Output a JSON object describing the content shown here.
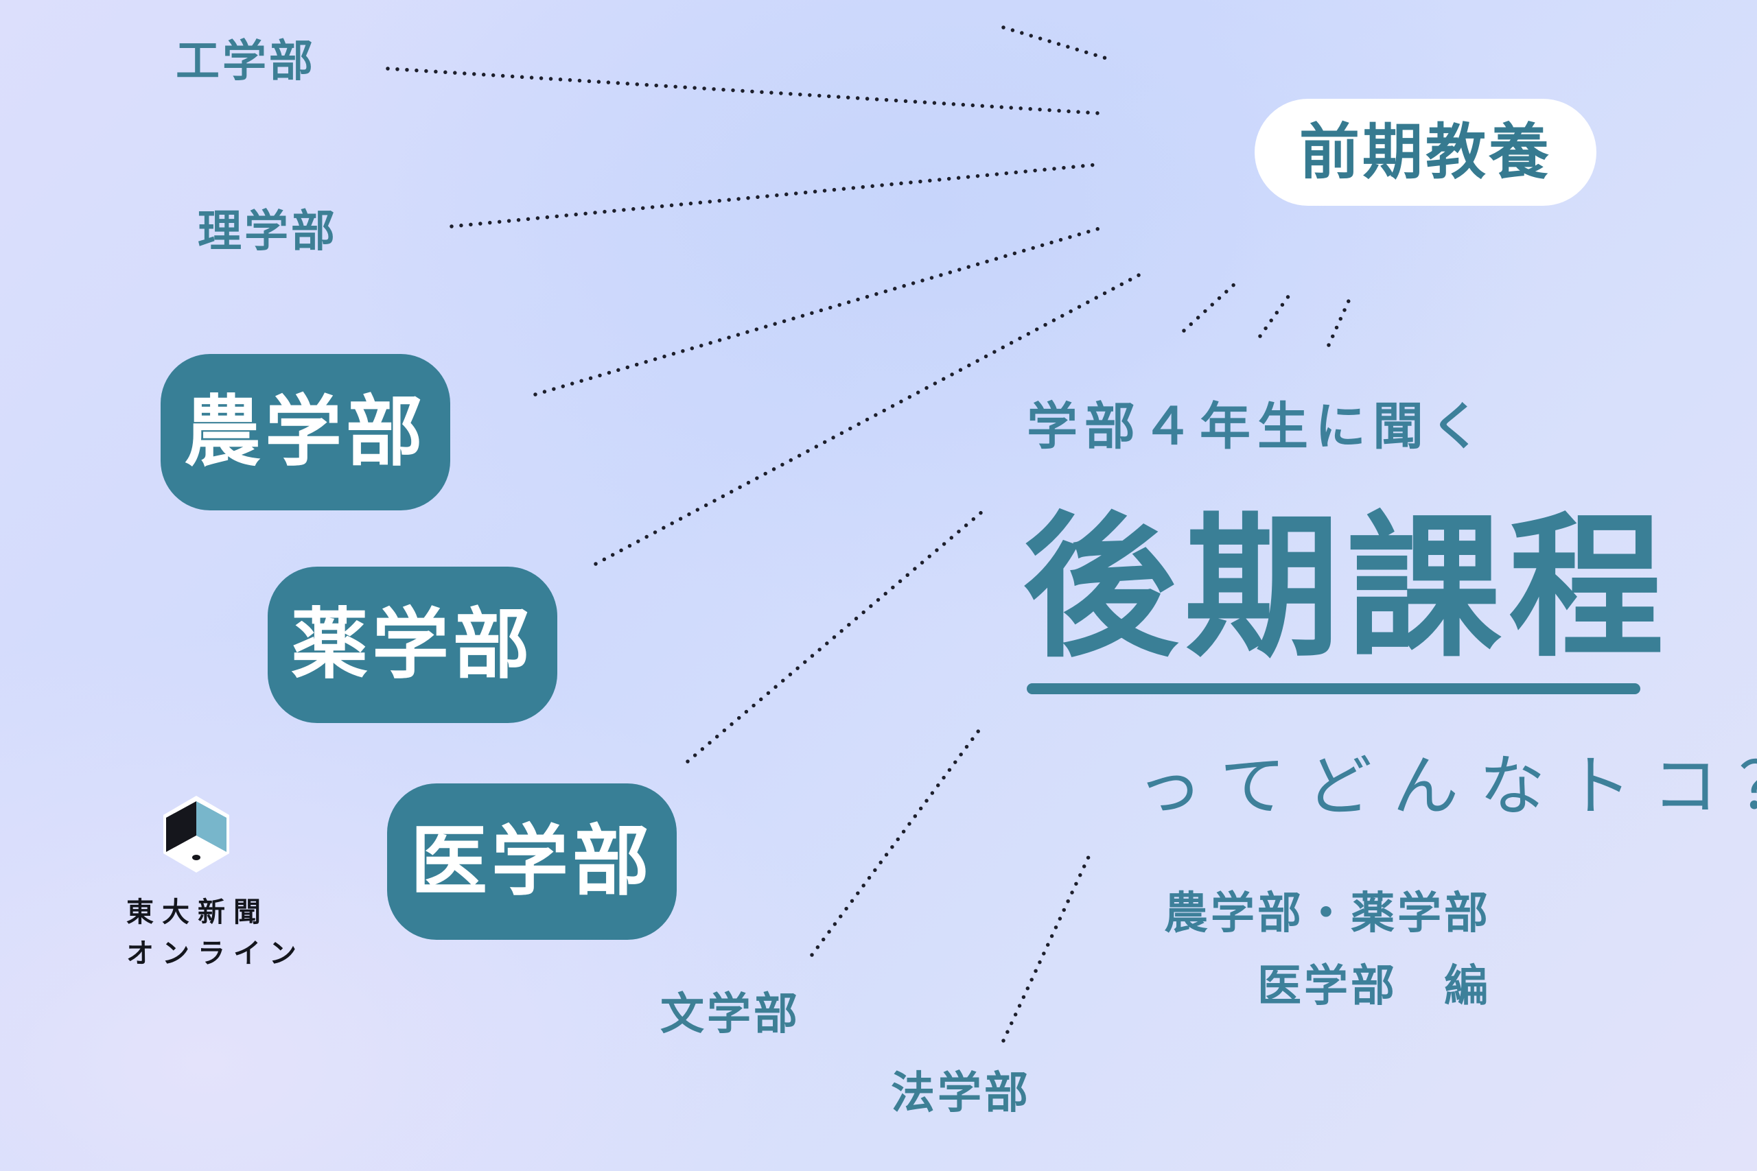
{
  "departments_small": {
    "engineering": "工学部",
    "science": "理学部",
    "letters": "文学部",
    "law": "法学部"
  },
  "departments_featured": {
    "agriculture": "農学部",
    "pharmacy": "薬学部",
    "medicine": "医学部"
  },
  "early_stage_label": "前期教養",
  "subtitle": "学部４年生に聞く",
  "main_title": "後期課程",
  "question": "ってどんなトコ？",
  "edition": {
    "line1": "農学部・薬学部",
    "line2": "医学部　編"
  },
  "logo": {
    "line1": "東大新聞",
    "line2": "オンライン"
  },
  "colors": {
    "accent": "#387f96",
    "text": "#3d809a",
    "background": "#d3dcfb",
    "dots": "#1d1f2c"
  }
}
